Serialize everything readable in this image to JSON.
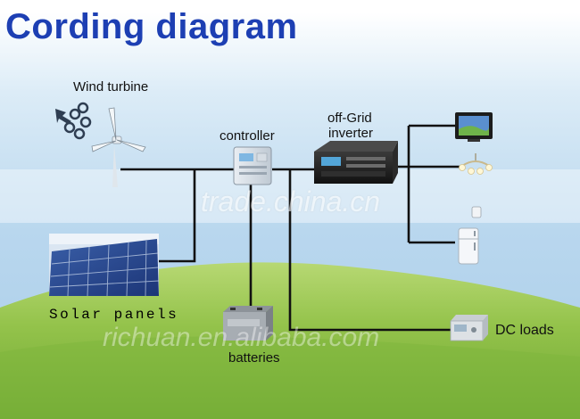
{
  "title": "Cording diagram",
  "labels": {
    "wind_turbine": "Wind  turbine",
    "controller": "controller",
    "inverter_line1": "off-Grid",
    "inverter_line2": "inverter",
    "solar_panels": "Solar panels",
    "batteries": "batteries",
    "dc_loads": "DC  loads"
  },
  "watermarks": {
    "center": "trade.china.cn",
    "bottom": "richuan.en.alibaba.com"
  },
  "colors": {
    "title": "#1d3fb3",
    "wire": "#111111",
    "grass": "#92c24a"
  }
}
